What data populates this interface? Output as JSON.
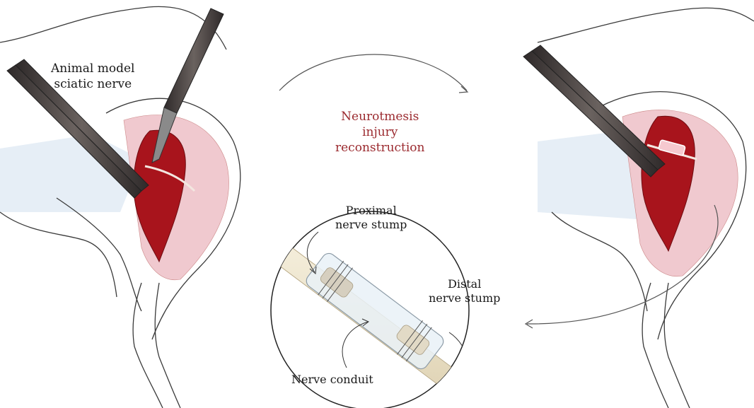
{
  "labels": {
    "animal_model_line1": "Animal model",
    "animal_model_line2": "sciatic nerve",
    "procedure_line1": "Neurotmesis",
    "procedure_line2": "injury",
    "procedure_line3": "reconstruction",
    "proximal_line1": "Proximal",
    "proximal_line2": "nerve stump",
    "distal_line1": "Distal",
    "distal_line2": "nerve stump",
    "conduit": "Nerve conduit"
  },
  "colors": {
    "muscle": "#a8141c",
    "muscle_dark": "#6e0d12",
    "tissue_pink": "#f0c9cf",
    "skin_blue": "#e6eef6",
    "outline": "#3a3a3a",
    "instrument": "#4a4544",
    "title_red": "#9b2a2f",
    "nerve": "#efe7d2",
    "conduit_fill": "#e9f1f7"
  }
}
